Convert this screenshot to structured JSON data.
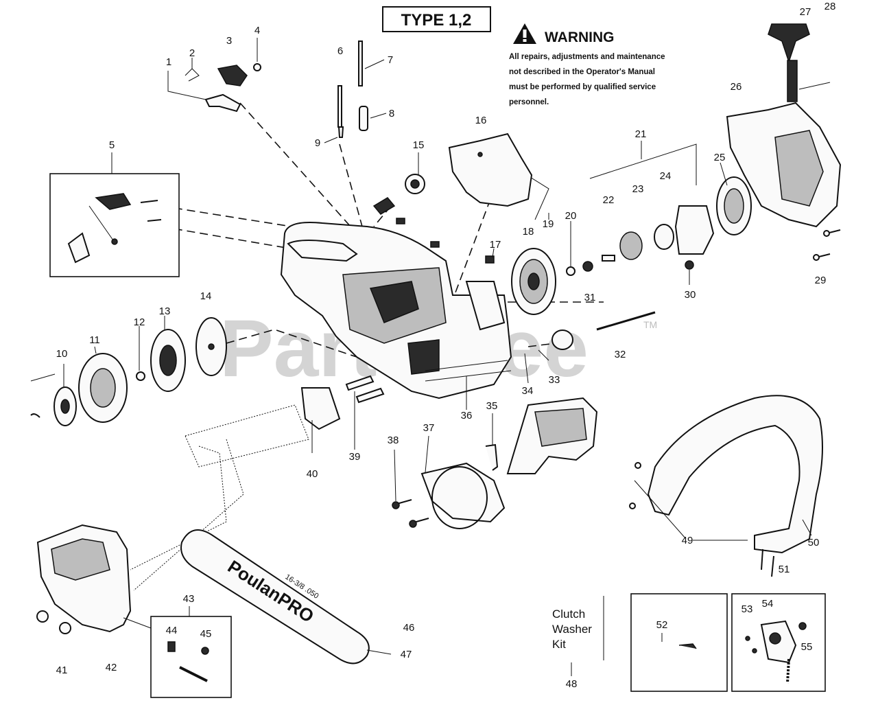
{
  "type_box": {
    "label": "TYPE 1,2"
  },
  "warning": {
    "title": "WARNING",
    "lines": [
      "All repairs, adjustments and maintenance",
      "not described in the Operator's Manual",
      "must be performed by qualified service",
      "personnel."
    ],
    "icon": "warning-triangle-icon"
  },
  "watermark": {
    "text": "PartsTree",
    "tm": "TM",
    "color": "#d0d0d0"
  },
  "bar_brand": "PoulanPRO",
  "bar_model": "16-3/8 .050",
  "kit_label": [
    "Clutch",
    "Washer",
    "Kit"
  ],
  "part_numbers": [
    "1",
    "2",
    "3",
    "4",
    "5",
    "6",
    "7",
    "8",
    "9",
    "10",
    "11",
    "12",
    "13",
    "14",
    "15",
    "16",
    "17",
    "18",
    "19",
    "20",
    "21",
    "22",
    "23",
    "24",
    "25",
    "26",
    "27",
    "28",
    "29",
    "30",
    "31",
    "32",
    "33",
    "34",
    "35",
    "36",
    "37",
    "38",
    "39",
    "40",
    "41",
    "42",
    "43",
    "44",
    "45",
    "46",
    "47",
    "48",
    "49",
    "50",
    "51",
    "52",
    "53",
    "54",
    "55"
  ]
}
